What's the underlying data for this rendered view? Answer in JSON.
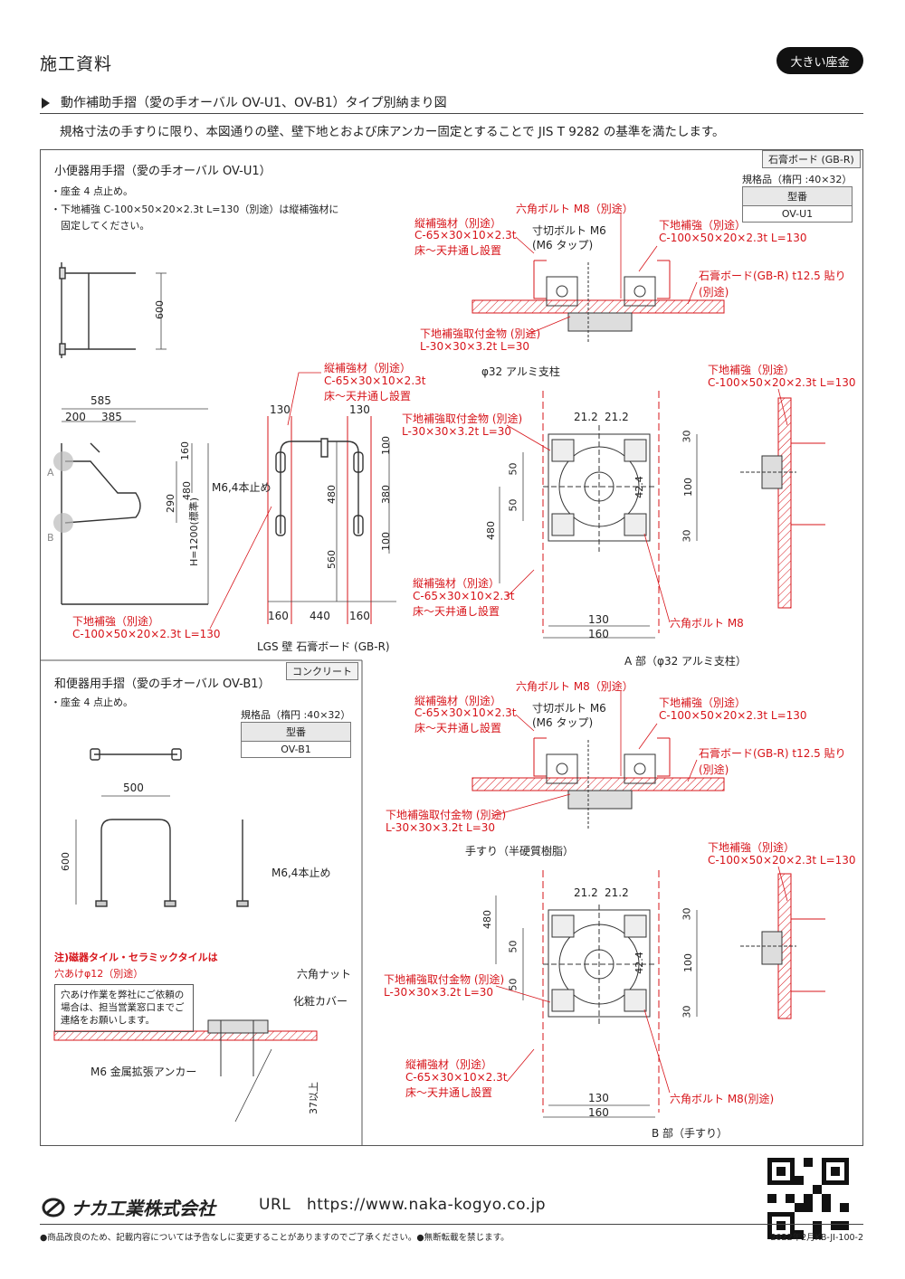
{
  "header": {
    "title": "施工資料",
    "badge": "大きい座金"
  },
  "section": {
    "title": "動作補助手摺（愛の手オーバル OV-U1、OV-B1）タイプ別納まり図",
    "intro": "規格寸法の手すりに限り、本図通りの壁、壁下地とおよび床アンカー固定とすることで JIS T 9282 の基準を満たします。"
  },
  "u1": {
    "tag": "石膏ボード (GB-R)",
    "title": "小便器用手摺（愛の手オーバル OV-U1）",
    "notes": [
      "・座金 4 点止め。",
      "・下地補強 C-100×50×20×2.3t L=130（別途）は縦補強材に",
      "　固定してください。"
    ],
    "spec_title": "規格品（楕円 :40×32）",
    "spec_head": "型番",
    "spec_value": "OV-U1",
    "dims": {
      "d600": "600",
      "d585": "585",
      "d200": "200",
      "d385": "385",
      "d160": "160",
      "d290": "290",
      "d480": "480",
      "h1200": "H=1200(標準)",
      "d130a": "130",
      "d130b": "130",
      "d100a": "100",
      "d380": "380",
      "d100b": "100",
      "d480b": "480",
      "d560": "560",
      "b160a": "160",
      "b440": "440",
      "b160b": "160"
    },
    "labels": {
      "A": "A",
      "B": "B",
      "m64": "M6,4本止め",
      "vert": "縦補強材（別途）",
      "vert2": "C-65×30×10×2.3t",
      "vert3": "床〜天井通し設置",
      "base": "下地補強（別途）",
      "base2": "C-100×50×20×2.3t  L=130",
      "wall": "LGS 壁 石膏ボード (GB-R)"
    }
  },
  "detailA": {
    "bolt": "六角ボルト M8（別途）",
    "vert1": "縦補強材（別途）",
    "vert2": "C-65×30×10×2.3t",
    "vert3": "床〜天井通し設置",
    "cut1": "寸切ボルト M6",
    "cut2": "(M6 タップ)",
    "base1": "下地補強（別途）",
    "base2": "C-100×50×20×2.3t  L=130",
    "gb1": "石膏ボード(GB-R)  t12.5 貼り",
    "gb2": "(別途)",
    "fit1": "下地補強取付金物 (別途)",
    "fit2": "L-30×30×3.2t  L=30",
    "pole": "φ32 アルミ支柱",
    "rbase1": "下地補強（別途）",
    "rbase2": "C-100×50×20×2.3t  L=130",
    "fitL1": "下地補強取付金物 (別途)",
    "fitL2": "L-30×30×3.2t  L=30",
    "d21a": "21.2",
    "d21b": "21.2",
    "d50a": "50",
    "d50b": "50",
    "d480": "480",
    "d424": "42.4",
    "d30a": "30",
    "d100": "100",
    "d30b": "30",
    "vertB1": "縦補強材（別途）",
    "vertB2": "C-65×30×10×2.3t",
    "vertB3": "床〜天井通し設置",
    "d130": "130",
    "d160": "160",
    "boltB": "六角ボルト M8",
    "caption": "A 部（φ32 アルミ支柱）"
  },
  "b1": {
    "tag": "コンクリート",
    "title": "和便器用手摺（愛の手オーバル OV-B1）",
    "note": "・座金 4 点止め。",
    "spec_title": "規格品（楕円 :40×32）",
    "spec_head": "型番",
    "spec_value": "OV-B1",
    "d500": "500",
    "d600": "600",
    "m64": "M6,4本止め",
    "warn1": "注)磁器タイル・セラミックタイルは",
    "warn2": "穴あけφ12（別途）",
    "box": [
      "穴あけ作業を弊社にご依頼の",
      "場合は、担当営業窓口までご",
      "連絡をお願いします。"
    ],
    "nut": "六角ナット",
    "cover": "化粧カバー",
    "anchor": "M6 金属拡張アンカー",
    "d37": "37以上"
  },
  "detailB": {
    "bolt": "六角ボルト M8（別途）",
    "vert1": "縦補強材（別途）",
    "vert2": "C-65×30×10×2.3t",
    "vert3": "床〜天井通し設置",
    "cut1": "寸切ボルト M6",
    "cut2": "(M6 タップ)",
    "base1": "下地補強（別途）",
    "base2": "C-100×50×20×2.3t  L=130",
    "gb1": "石膏ボード(GB-R)  t12.5 貼り",
    "gb2": "(別途)",
    "fit1": "下地補強取付金物 (別途)",
    "fit2": "L-30×30×3.2t  L=30",
    "rail": "手すり（半硬質樹脂）",
    "rbase1": "下地補強（別途）",
    "rbase2": "C-100×50×20×2.3t  L=130",
    "fitL1": "下地補強取付金物 (別途)",
    "fitL2": "L-30×30×3.2t  L=30",
    "d21a": "21.2",
    "d21b": "21.2",
    "d480": "480",
    "d50a": "50",
    "d50b": "50",
    "d424": "42.4",
    "d30a": "30",
    "d100": "100",
    "d30b": "30",
    "vertB1": "縦補強材（別途）",
    "vertB2": "C-65×30×10×2.3t",
    "vertB3": "床〜天井通し設置",
    "d130": "130",
    "d160": "160",
    "boltB": "六角ボルト M8(別途)",
    "caption": "B 部（手すり）"
  },
  "footer": {
    "company": "ナカ工業株式会社",
    "url_label": "URL",
    "url": "https://www.naka-kogyo.co.jp",
    "left": "●商品改良のため、記載内容については予告なしに変更することがありますのでご了承ください。●無断転載を禁じます。",
    "right": "2022年2月KB-JI-100-2"
  }
}
